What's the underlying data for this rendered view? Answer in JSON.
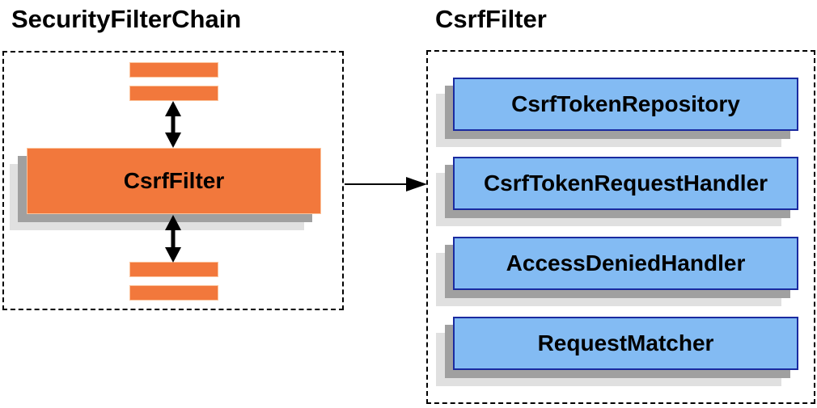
{
  "left_panel": {
    "title": "SecurityFilterChain",
    "filter_box_label": "CsrfFilter"
  },
  "right_panel": {
    "title": "CsrfFilter",
    "components": [
      "CsrfTokenRepository",
      "CsrfTokenRequestHandler",
      "AccessDeniedHandler",
      "RequestMatcher"
    ]
  },
  "colors": {
    "filter_orange": "#f2783c",
    "component_blue_fill": "#83bbf3",
    "component_blue_border": "#1a2aa0",
    "shadow_dark": "#a0a0a0",
    "shadow_light": "#e0e0e0",
    "arrow_black": "#000000"
  }
}
